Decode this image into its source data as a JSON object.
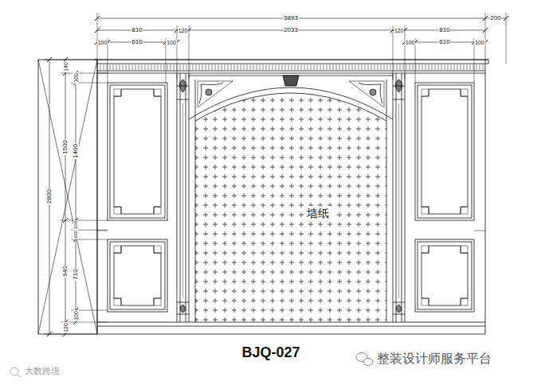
{
  "diagram": {
    "title": "BJQ-027",
    "nodes": [
      {
        "text": [
          "墙纸"
        ]
      }
    ],
    "labels": [
      "3893",
      "200",
      "810",
      "120",
      "2033",
      "120",
      "810",
      "100",
      "610",
      "100",
      "100",
      "610",
      "100",
      "2800",
      "140",
      "1500",
      "940",
      "120",
      "100",
      "1400",
      "100",
      "200",
      "710",
      "100",
      "整装设计师服务平台",
      "大数跨境"
    ]
  }
}
